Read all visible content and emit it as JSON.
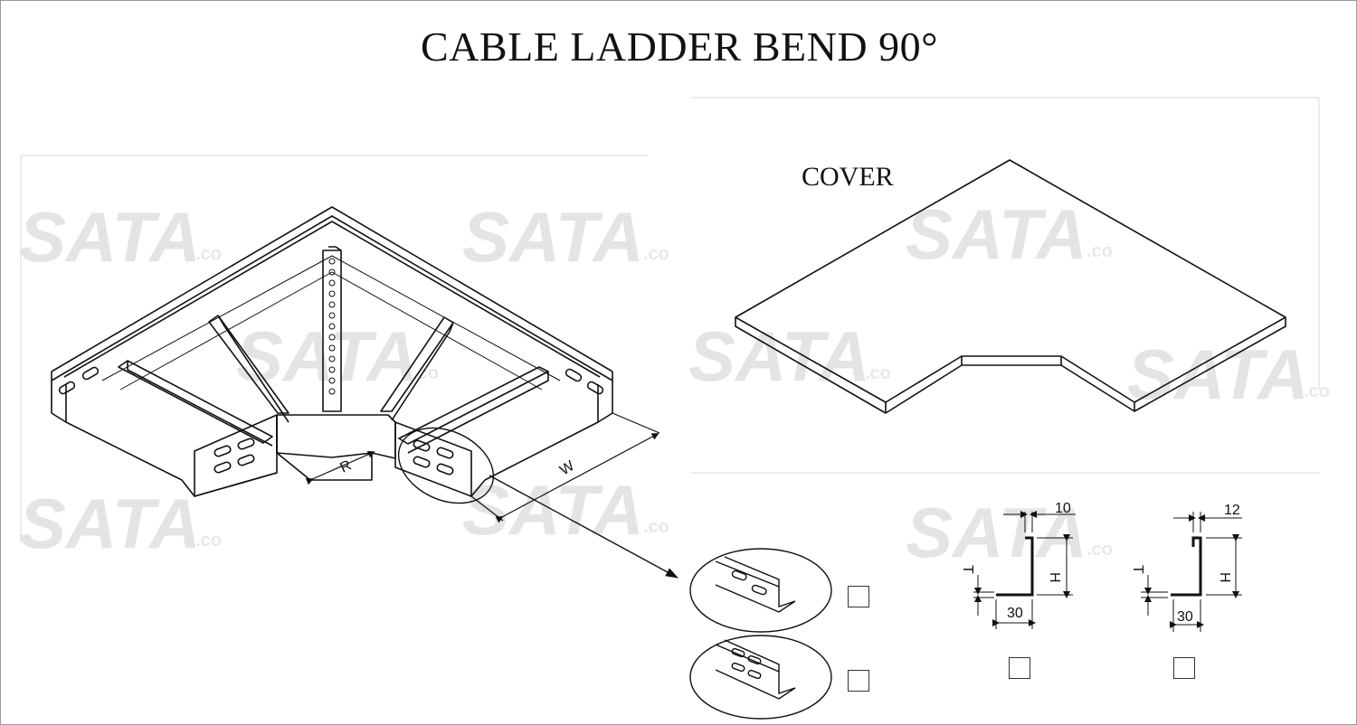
{
  "title": "CABLE LADDER BEND 90°",
  "cover_label": "COVER",
  "dimensions": {
    "radius_label": "R",
    "width_label": "W",
    "profile_a": {
      "lip": "10",
      "height": "H",
      "thickness": "T",
      "flange": "30"
    },
    "profile_b": {
      "lip": "12",
      "height": "H",
      "thickness": "T",
      "flange": "30"
    }
  },
  "watermark": {
    "brand": "SATA",
    "suffix": ".co"
  },
  "options": {
    "slot_single_row_checked": false,
    "slot_double_row_checked": false,
    "profile_a_checked": false,
    "profile_b_checked": false
  }
}
